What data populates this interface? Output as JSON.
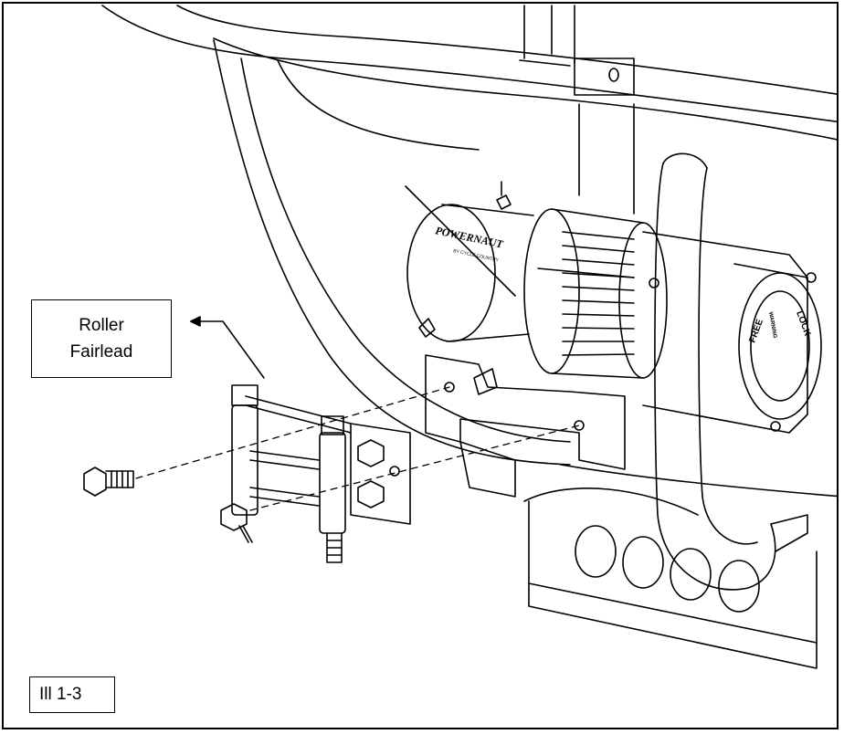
{
  "callout": {
    "line1": "Roller",
    "line2": "Fairlead"
  },
  "figure_label": "Ill 1-3",
  "winch_brand": "POWERNAUT",
  "winch_subbrand": "BY CYCLE COUNTRY",
  "clutch_labels": {
    "free": "FREE",
    "lock": "LOCK",
    "warning": "WARNING"
  },
  "colors": {
    "line": "#000000",
    "background": "#ffffff"
  }
}
